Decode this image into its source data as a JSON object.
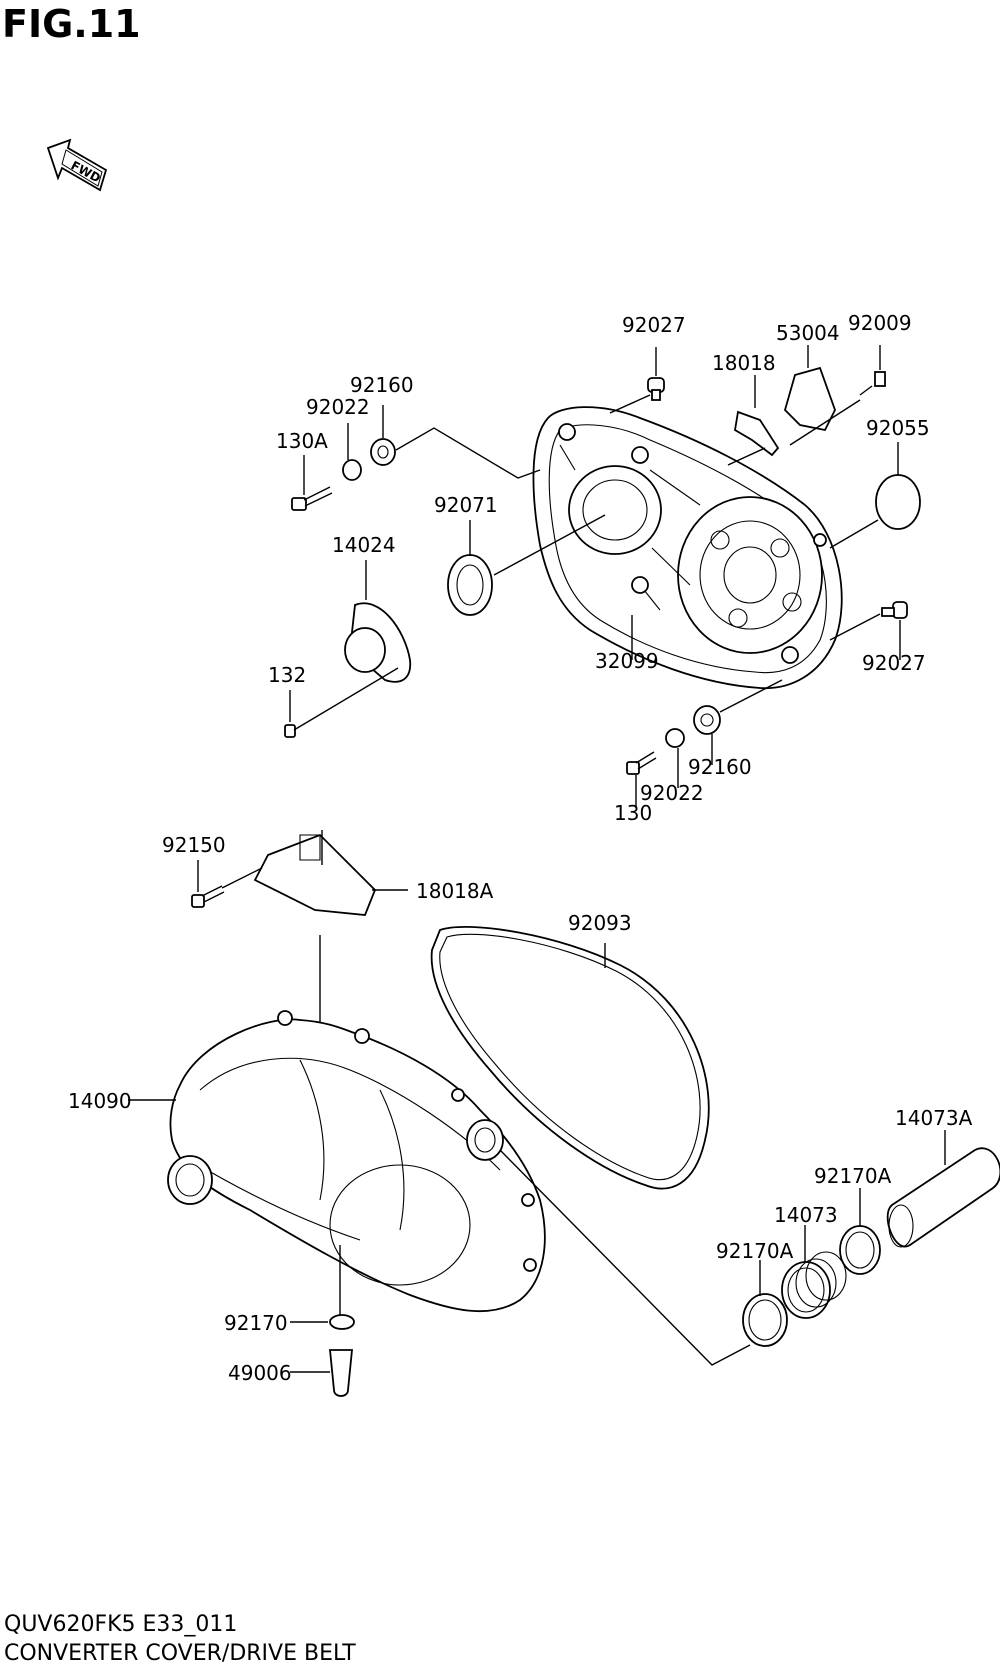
{
  "figure": {
    "title": "FIG.11",
    "direction_marker": "FWD",
    "model_code": "QUV620FK5 E33_011",
    "section_name": "CONVERTER COVER/DRIVE BELT"
  },
  "part_labels": {
    "p92027_top": "92027",
    "p53004": "53004",
    "p92009": "92009",
    "p18018": "18018",
    "p92160_top": "92160",
    "p92022_top": "92022",
    "p130A": "130A",
    "p92055": "92055",
    "p92071": "92071",
    "p14024": "14024",
    "p32099": "32099",
    "p92027_right": "92027",
    "p132": "132",
    "p92160_bottom": "92160",
    "p92022_bottom": "92022",
    "p130": "130",
    "p92150": "92150",
    "p18018A": "18018A",
    "p92093": "92093",
    "p14090": "14090",
    "p14073A": "14073A",
    "p92170A_upper": "92170A",
    "p14073": "14073",
    "p92170A_lower": "92170A",
    "p92170": "92170",
    "p49006": "49006"
  }
}
